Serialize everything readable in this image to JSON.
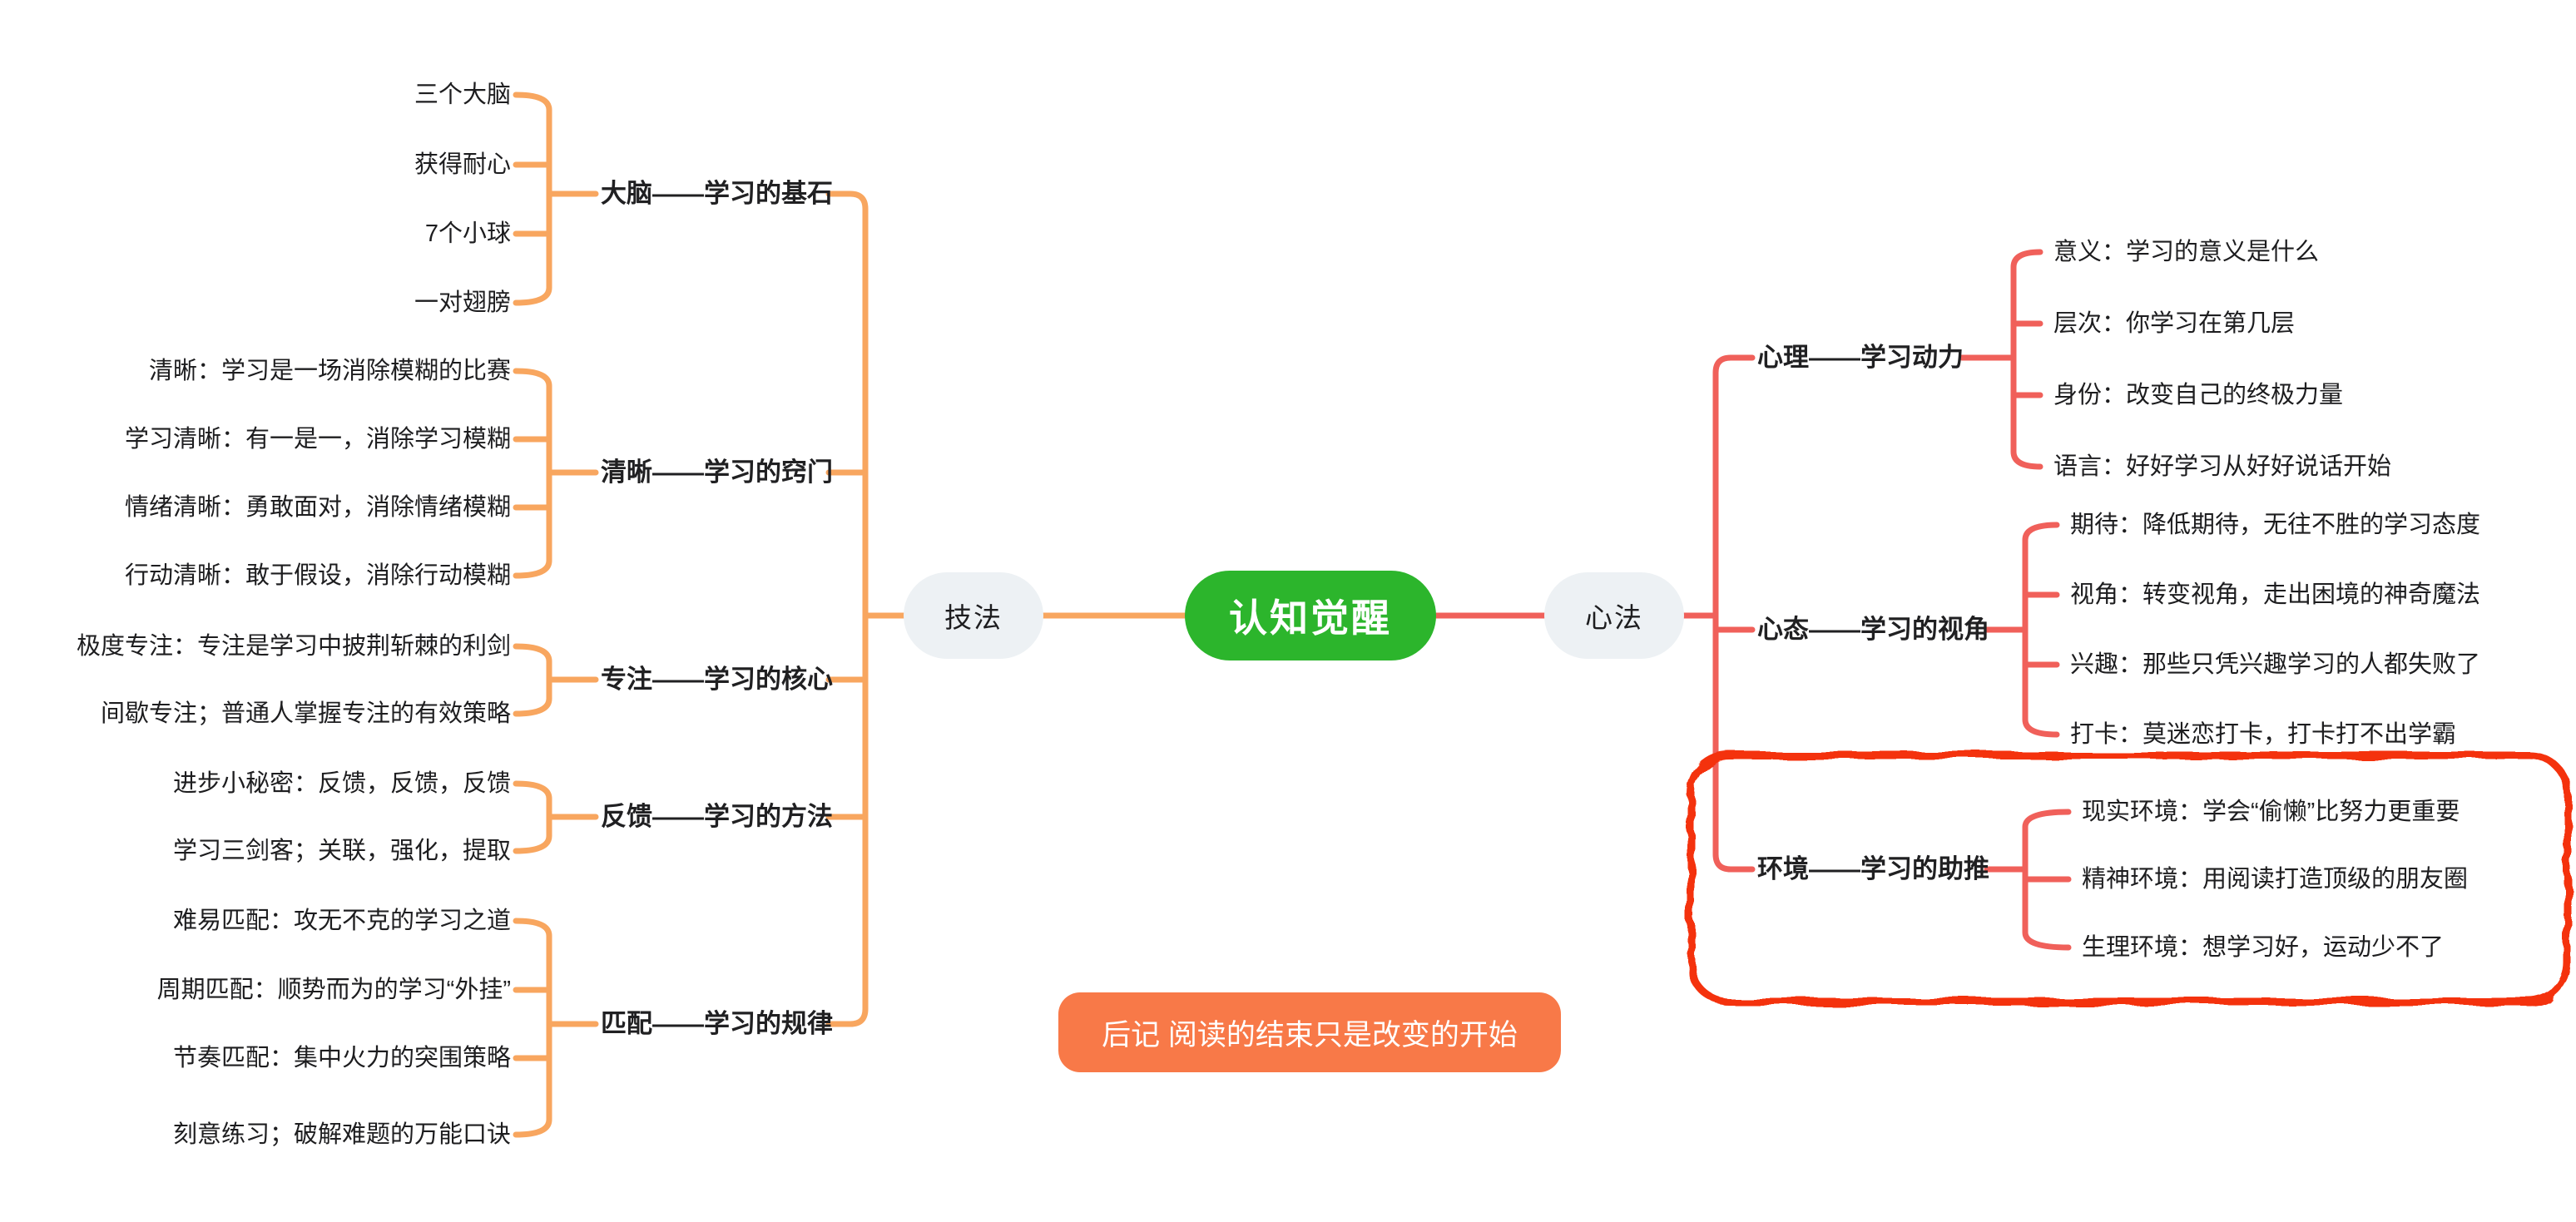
{
  "title": "认知觉醒",
  "left_branch_label": "技法",
  "right_branch_label": "心法",
  "postscript": "后记 阅读的结束只是改变的开始",
  "colors": {
    "left_line": "#F8A65F",
    "right_line": "#F0605A",
    "center_bg": "#2CB52C",
    "branch_bg": "#EDF1F4",
    "postscript_bg": "#F87948",
    "highlight_stroke": "#F43010"
  },
  "left_groups": [
    {
      "label": "大脑——学习的基石",
      "children": [
        "三个大脑",
        "获得耐心",
        "7个小球",
        "一对翅膀"
      ]
    },
    {
      "label": "清晰——学习的窍门",
      "children": [
        "清晰：学习是一场消除模糊的比赛",
        "学习清晰：有一是一，消除学习模糊",
        "情绪清晰：勇敢面对，消除情绪模糊",
        "行动清晰：敢于假设，消除行动模糊"
      ]
    },
    {
      "label": "专注——学习的核心",
      "children": [
        "极度专注：专注是学习中披荆斩棘的利剑",
        "间歇专注；普通人掌握专注的有效策略"
      ]
    },
    {
      "label": "反馈——学习的方法",
      "children": [
        "进步小秘密：反馈，反馈，反馈",
        "学习三剑客；关联，强化，提取"
      ]
    },
    {
      "label": "匹配——学习的规律",
      "children": [
        "难易匹配：攻无不克的学习之道",
        "周期匹配：顺势而为的学习“外挂”",
        "节奏匹配：集中火力的突围策略",
        "刻意练习；破解难题的万能口诀"
      ]
    }
  ],
  "right_groups": [
    {
      "label": "心理——学习动力",
      "highlighted": false,
      "children": [
        "意义：学习的意义是什么",
        "层次：你学习在第几层",
        "身份：改变自己的终极力量",
        "语言：好好学习从好好说话开始"
      ]
    },
    {
      "label": "心态——学习的视角",
      "highlighted": false,
      "children": [
        "期待：降低期待，无往不胜的学习态度",
        "视角：转变视角，走出困境的神奇魔法",
        "兴趣：那些只凭兴趣学习的人都失败了",
        "打卡：莫迷恋打卡，打卡打不出学霸"
      ]
    },
    {
      "label": "环境——学习的助推",
      "highlighted": true,
      "children": [
        "现实环境：学会“偷懒”比努力更重要",
        "精神环境：用阅读打造顶级的朋友圈",
        "生理环境：想学习好，运动少不了"
      ]
    }
  ]
}
